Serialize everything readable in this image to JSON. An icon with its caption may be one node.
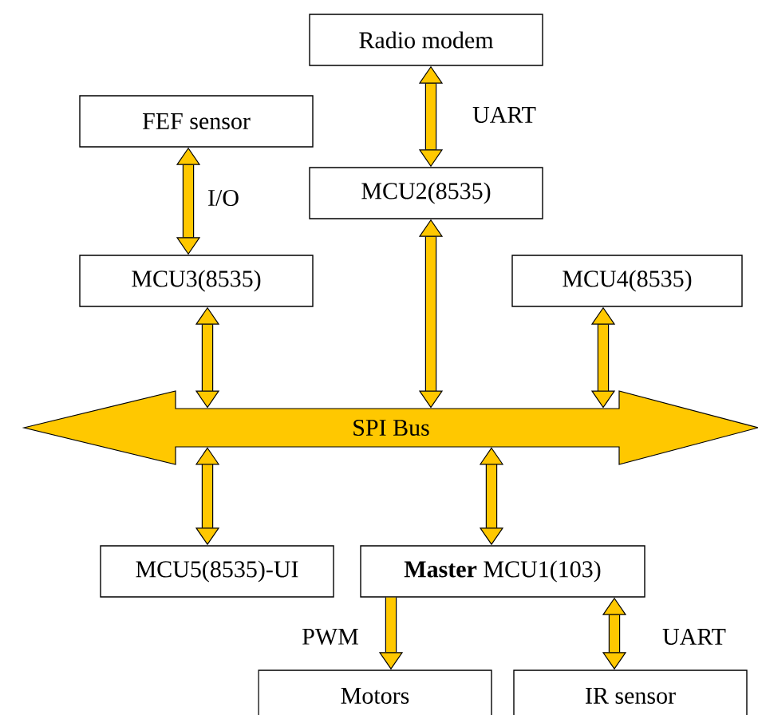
{
  "diagram": {
    "nodes": [
      {
        "text": [
          "Radio modem"
        ]
      },
      {
        "text": [
          "FEF sensor"
        ]
      },
      {
        "text": [
          "MCU2(8535)"
        ]
      },
      {
        "text": [
          "MCU3(8535)"
        ]
      },
      {
        "text": [
          "MCU4(8535)"
        ]
      },
      {
        "text": [
          "SPI Bus"
        ]
      },
      {
        "text": [
          "MCU5(8535)-UI"
        ]
      },
      {
        "text": [
          "**Master** MCU1(103)"
        ]
      },
      {
        "text": [
          "Motors"
        ]
      },
      {
        "text": [
          "IR sensor"
        ]
      }
    ],
    "edges": [
      {
        "from": 0,
        "to": 2,
        "arrow": "both",
        "label": "UART"
      },
      {
        "from": 1,
        "to": 3,
        "arrow": "both",
        "label": "I/O"
      },
      {
        "from": 2,
        "to": 5,
        "arrow": "both"
      },
      {
        "from": 3,
        "to": 5,
        "arrow": "both"
      },
      {
        "from": 4,
        "to": 5,
        "arrow": "both"
      },
      {
        "from": 5,
        "to": 6,
        "arrow": "both"
      },
      {
        "from": 5,
        "to": 7,
        "arrow": "both"
      },
      {
        "from": 7,
        "to": 8,
        "arrow": "to",
        "label": "PWM"
      },
      {
        "from": 7,
        "to": 9,
        "arrow": "both",
        "label": "UART"
      }
    ]
  }
}
